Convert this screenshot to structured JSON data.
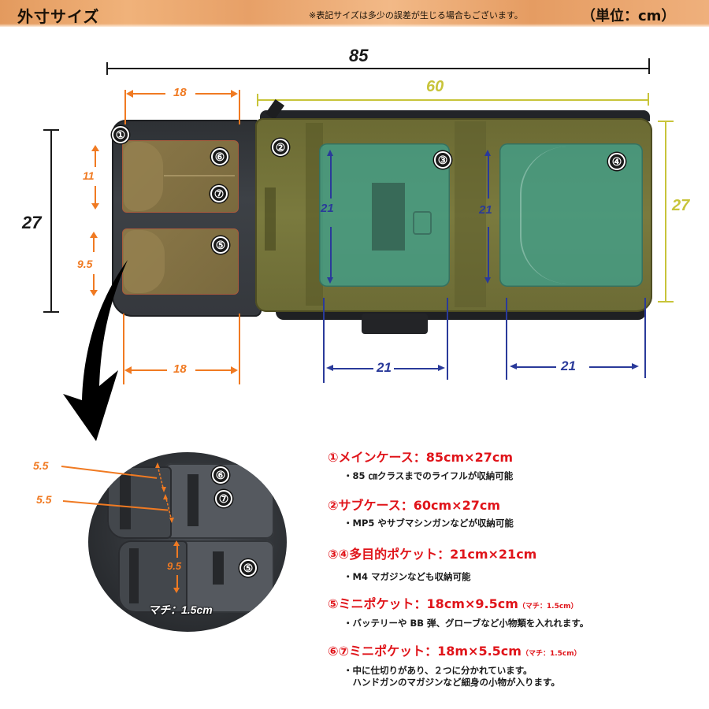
{
  "header": {
    "title": "外寸サイズ",
    "note": "※表記サイズは多少の誤差が生じる場合もございます。",
    "unit": "（単位：cm）"
  },
  "colors": {
    "header_bg": "#e8a46c",
    "dim_black": "#1a1a1a",
    "dim_orange": "#f07a22",
    "dim_yellow": "#c8c43a",
    "dim_blue": "#2a3a9a",
    "spec_red": "#e0141a",
    "pocket_green": "#40a08c",
    "bag_olive": "#737338",
    "bag_black": "#35383d"
  },
  "dimensions": {
    "overall_width": "85",
    "overall_height": "27",
    "sub_case_width": "60",
    "sub_case_height": "27",
    "mini_pocket_top_width": "18",
    "mini_pocket_bottom_width": "18",
    "mini_pocket_67_height": "11",
    "mini_pocket_5_height": "9.5",
    "pocket_3_height": "21",
    "pocket_4_height": "21",
    "pocket_3_width": "21",
    "pocket_4_width": "21"
  },
  "badges": [
    "①",
    "②",
    "③",
    "④",
    "⑤",
    "⑥",
    "⑦"
  ],
  "inset": {
    "dim_top": "5.5",
    "dim_middle": "5.5",
    "dim_lower": "9.5",
    "badge_6": "⑥",
    "badge_7": "⑦",
    "badge_5": "⑤",
    "machi": "マチ：1.5cm"
  },
  "specs": [
    {
      "title": "①メインケース：85cm×27cm",
      "note": "",
      "desc": [
        "・85 ㎝クラスまでのライフルが収納可能"
      ]
    },
    {
      "title": "②サブケース：60cm×27cm",
      "note": "",
      "desc": [
        "・MP5 やサブマシンガンなどが収納可能"
      ]
    },
    {
      "title": "③④多目的ポケット：21cm×21cm",
      "note": "",
      "desc": [
        "・M4 マガジンなども収納可能"
      ]
    },
    {
      "title": "⑤ミニポケット：18cm×9.5cm",
      "note": "（マチ：1.5cm）",
      "desc": [
        "・バッテリーや BB 弾、グローブなど小物類を入れれます。"
      ]
    },
    {
      "title": "⑥⑦ミニポケット：18m×5.5cm",
      "note": "（マチ：1.5cm）",
      "desc": [
        "・中に仕切りがあり、２つに分かれています。",
        "　ハンドガンのマガジンなど細身の小物が入ります。"
      ]
    }
  ]
}
